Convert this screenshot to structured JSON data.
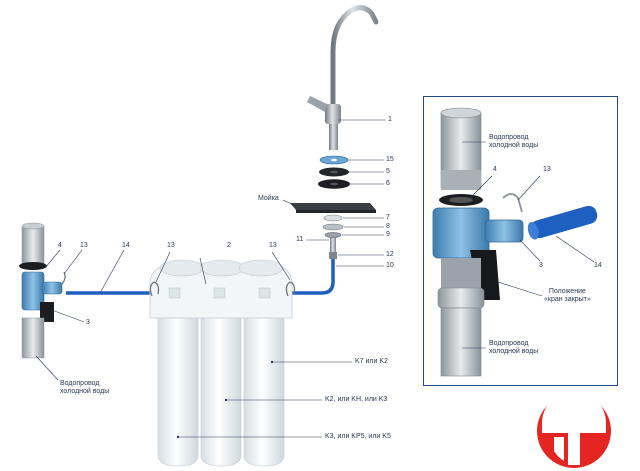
{
  "labels": {
    "sink": "Мойка",
    "water_main_left": [
      "Водопровод",
      "холодной воды"
    ],
    "water_main_inset_top": [
      "Водопровод",
      "холодной воды"
    ],
    "water_main_inset_bottom": [
      "Водопровод",
      "холодной воды"
    ],
    "position": [
      "Положение",
      "«кран закрыт»"
    ],
    "filter_1": "K7 или K2",
    "filter_2": "K2, или KH, или K3",
    "filter_3": "K3, или KP5, или K5"
  },
  "callouts": {
    "n1": "1",
    "n15": "15",
    "n5": "5",
    "n6": "6",
    "n7": "7",
    "n8": "8",
    "n9": "9",
    "n11": "11",
    "n12": "12",
    "n10": "10",
    "left_4": "4",
    "left_13": "13",
    "left_14": "14",
    "left_3": "3",
    "mid_13a": "13",
    "mid_2": "2",
    "mid_13b": "13",
    "in_4": "4",
    "in_13": "13",
    "in_3": "3",
    "in_14": "14"
  },
  "colors": {
    "frame": "#1f4a8c",
    "hose": "#1f5fc0",
    "tee": "#5b9ed0",
    "filter": "#eef3f6",
    "faucet": "#9aa3ab",
    "logo": "#e52521",
    "label": "#2b3a55"
  },
  "icons": [
    "logo-icon"
  ]
}
